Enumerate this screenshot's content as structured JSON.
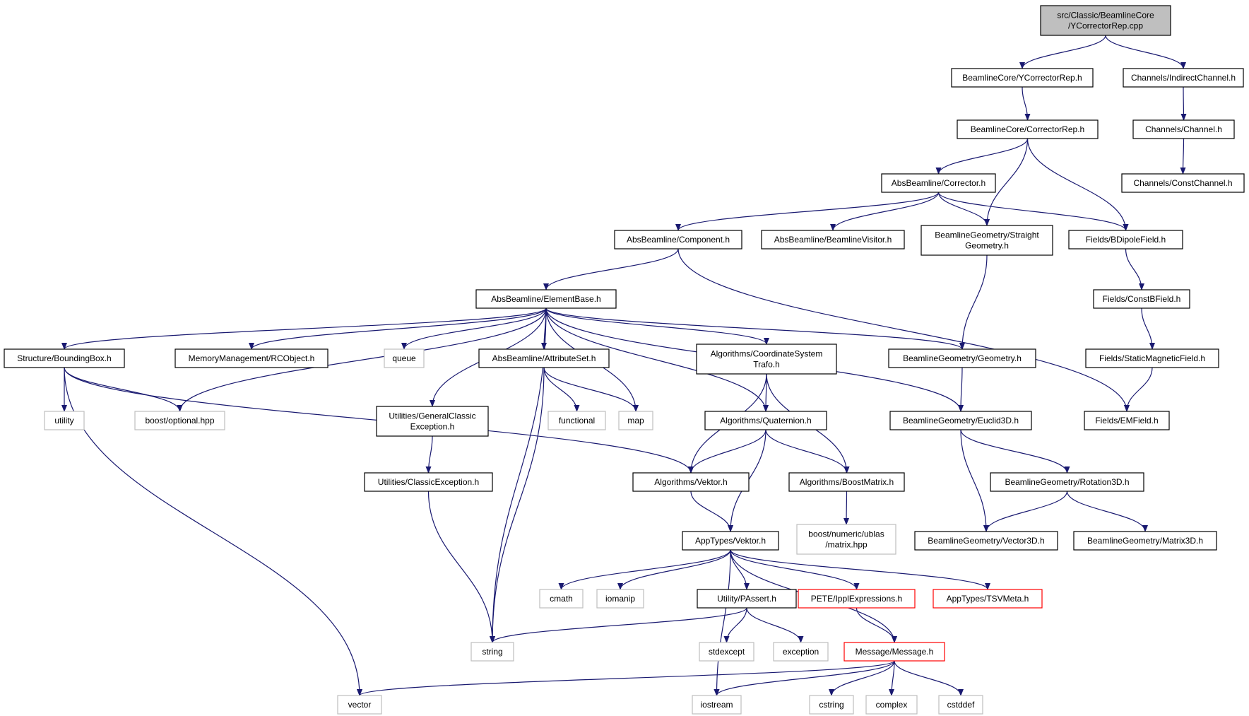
{
  "graph": {
    "nodes": [
      {
        "id": "root",
        "lines": [
          "src/Classic/BeamlineCore",
          "/YCorrectorRep.cpp"
        ],
        "style": "root"
      },
      {
        "id": "bc_ycr",
        "lines": [
          "BeamlineCore/YCorrectorRep.h"
        ],
        "style": "black"
      },
      {
        "id": "ch_ind",
        "lines": [
          "Channels/IndirectChannel.h"
        ],
        "style": "black"
      },
      {
        "id": "bc_cr",
        "lines": [
          "BeamlineCore/CorrectorRep.h"
        ],
        "style": "black"
      },
      {
        "id": "ch_ch",
        "lines": [
          "Channels/Channel.h"
        ],
        "style": "black"
      },
      {
        "id": "ab_corr",
        "lines": [
          "AbsBeamline/Corrector.h"
        ],
        "style": "black"
      },
      {
        "id": "ch_const",
        "lines": [
          "Channels/ConstChannel.h"
        ],
        "style": "black"
      },
      {
        "id": "ab_comp",
        "lines": [
          "AbsBeamline/Component.h"
        ],
        "style": "black"
      },
      {
        "id": "ab_visit",
        "lines": [
          "AbsBeamline/BeamlineVisitor.h"
        ],
        "style": "black"
      },
      {
        "id": "bg_sg",
        "lines": [
          "BeamlineGeometry/Straight",
          "Geometry.h"
        ],
        "style": "black"
      },
      {
        "id": "f_bdip",
        "lines": [
          "Fields/BDipoleField.h"
        ],
        "style": "black"
      },
      {
        "id": "ab_eb",
        "lines": [
          "AbsBeamline/ElementBase.h"
        ],
        "style": "black"
      },
      {
        "id": "f_cbf",
        "lines": [
          "Fields/ConstBField.h"
        ],
        "style": "black"
      },
      {
        "id": "s_bb",
        "lines": [
          "Structure/BoundingBox.h"
        ],
        "style": "black"
      },
      {
        "id": "mm_rco",
        "lines": [
          "MemoryManagement/RCObject.h"
        ],
        "style": "black"
      },
      {
        "id": "queue",
        "lines": [
          "queue"
        ],
        "style": "gray"
      },
      {
        "id": "ab_as",
        "lines": [
          "AbsBeamline/AttributeSet.h"
        ],
        "style": "black"
      },
      {
        "id": "alg_cst",
        "lines": [
          "Algorithms/CoordinateSystem",
          "Trafo.h"
        ],
        "style": "black"
      },
      {
        "id": "bg_geo",
        "lines": [
          "BeamlineGeometry/Geometry.h"
        ],
        "style": "black"
      },
      {
        "id": "f_smf",
        "lines": [
          "Fields/StaticMagneticField.h"
        ],
        "style": "black"
      },
      {
        "id": "utility",
        "lines": [
          "utility"
        ],
        "style": "gray"
      },
      {
        "id": "boost_opt",
        "lines": [
          "boost/optional.hpp"
        ],
        "style": "gray"
      },
      {
        "id": "u_gce",
        "lines": [
          "Utilities/GeneralClassic",
          "Exception.h"
        ],
        "style": "black"
      },
      {
        "id": "functional",
        "lines": [
          "functional"
        ],
        "style": "gray"
      },
      {
        "id": "map",
        "lines": [
          "map"
        ],
        "style": "gray"
      },
      {
        "id": "alg_q",
        "lines": [
          "Algorithms/Quaternion.h"
        ],
        "style": "black"
      },
      {
        "id": "bg_e3d",
        "lines": [
          "BeamlineGeometry/Euclid3D.h"
        ],
        "style": "black"
      },
      {
        "id": "f_em",
        "lines": [
          "Fields/EMField.h"
        ],
        "style": "black"
      },
      {
        "id": "u_ce",
        "lines": [
          "Utilities/ClassicException.h"
        ],
        "style": "black"
      },
      {
        "id": "alg_v",
        "lines": [
          "Algorithms/Vektor.h"
        ],
        "style": "black"
      },
      {
        "id": "alg_bm",
        "lines": [
          "Algorithms/BoostMatrix.h"
        ],
        "style": "black"
      },
      {
        "id": "bg_r3d",
        "lines": [
          "BeamlineGeometry/Rotation3D.h"
        ],
        "style": "black"
      },
      {
        "id": "boost_ublas",
        "lines": [
          "boost/numeric/ublas",
          "/matrix.hpp"
        ],
        "style": "gray"
      },
      {
        "id": "at_v",
        "lines": [
          "AppTypes/Vektor.h"
        ],
        "style": "black"
      },
      {
        "id": "bg_v3d",
        "lines": [
          "BeamlineGeometry/Vector3D.h"
        ],
        "style": "black"
      },
      {
        "id": "bg_m3d",
        "lines": [
          "BeamlineGeometry/Matrix3D.h"
        ],
        "style": "black"
      },
      {
        "id": "cmath",
        "lines": [
          "cmath"
        ],
        "style": "gray"
      },
      {
        "id": "iomanip",
        "lines": [
          "iomanip"
        ],
        "style": "gray"
      },
      {
        "id": "u_pa",
        "lines": [
          "Utility/PAssert.h"
        ],
        "style": "black"
      },
      {
        "id": "pete",
        "lines": [
          "PETE/IpplExpressions.h"
        ],
        "style": "red"
      },
      {
        "id": "at_tsv",
        "lines": [
          "AppTypes/TSVMeta.h"
        ],
        "style": "red"
      },
      {
        "id": "string",
        "lines": [
          "string"
        ],
        "style": "gray"
      },
      {
        "id": "stdexcept",
        "lines": [
          "stdexcept"
        ],
        "style": "gray"
      },
      {
        "id": "exception",
        "lines": [
          "exception"
        ],
        "style": "gray"
      },
      {
        "id": "msg",
        "lines": [
          "Message/Message.h"
        ],
        "style": "red"
      },
      {
        "id": "vector",
        "lines": [
          "vector"
        ],
        "style": "gray"
      },
      {
        "id": "iostream",
        "lines": [
          "iostream"
        ],
        "style": "gray"
      },
      {
        "id": "cstring",
        "lines": [
          "cstring"
        ],
        "style": "gray"
      },
      {
        "id": "complex",
        "lines": [
          "complex"
        ],
        "style": "gray"
      },
      {
        "id": "cstddef",
        "lines": [
          "cstddef"
        ],
        "style": "gray"
      }
    ],
    "edges": [
      [
        "root",
        "bc_ycr"
      ],
      [
        "root",
        "ch_ind"
      ],
      [
        "bc_ycr",
        "bc_cr"
      ],
      [
        "ch_ind",
        "ch_ch"
      ],
      [
        "ch_ch",
        "ch_const"
      ],
      [
        "bc_cr",
        "ab_corr"
      ],
      [
        "bc_cr",
        "bg_sg"
      ],
      [
        "bc_cr",
        "f_bdip"
      ],
      [
        "ab_corr",
        "ab_comp"
      ],
      [
        "ab_corr",
        "ab_visit"
      ],
      [
        "ab_corr",
        "bg_sg"
      ],
      [
        "ab_corr",
        "f_bdip"
      ],
      [
        "ab_comp",
        "ab_eb"
      ],
      [
        "ab_comp",
        "f_em"
      ],
      [
        "bg_sg",
        "bg_geo"
      ],
      [
        "f_bdip",
        "f_cbf"
      ],
      [
        "f_cbf",
        "f_smf"
      ],
      [
        "f_smf",
        "f_em"
      ],
      [
        "ab_eb",
        "s_bb"
      ],
      [
        "ab_eb",
        "boost_opt"
      ],
      [
        "ab_eb",
        "mm_rco"
      ],
      [
        "ab_eb",
        "string"
      ],
      [
        "ab_eb",
        "queue"
      ],
      [
        "ab_eb",
        "u_gce"
      ],
      [
        "ab_eb",
        "ab_as"
      ],
      [
        "ab_eb",
        "map"
      ],
      [
        "ab_eb",
        "alg_q"
      ],
      [
        "ab_eb",
        "alg_cst"
      ],
      [
        "ab_eb",
        "bg_geo"
      ],
      [
        "ab_eb",
        "bg_e3d"
      ],
      [
        "s_bb",
        "utility"
      ],
      [
        "s_bb",
        "boost_opt"
      ],
      [
        "s_bb",
        "alg_v"
      ],
      [
        "s_bb",
        "vector"
      ],
      [
        "ab_as",
        "functional"
      ],
      [
        "ab_as",
        "map"
      ],
      [
        "ab_as",
        "string"
      ],
      [
        "alg_cst",
        "alg_v"
      ],
      [
        "alg_cst",
        "alg_q"
      ],
      [
        "alg_cst",
        "alg_bm"
      ],
      [
        "bg_geo",
        "bg_e3d"
      ],
      [
        "u_gce",
        "u_ce"
      ],
      [
        "u_ce",
        "string"
      ],
      [
        "alg_q",
        "alg_v"
      ],
      [
        "alg_q",
        "alg_bm"
      ],
      [
        "alg_q",
        "at_v"
      ],
      [
        "bg_e3d",
        "bg_r3d"
      ],
      [
        "bg_e3d",
        "bg_v3d"
      ],
      [
        "alg_v",
        "at_v"
      ],
      [
        "alg_bm",
        "boost_ublas"
      ],
      [
        "bg_r3d",
        "bg_v3d"
      ],
      [
        "bg_r3d",
        "bg_m3d"
      ],
      [
        "at_v",
        "cmath"
      ],
      [
        "at_v",
        "iomanip"
      ],
      [
        "at_v",
        "u_pa"
      ],
      [
        "at_v",
        "pete"
      ],
      [
        "at_v",
        "at_tsv"
      ],
      [
        "at_v",
        "msg"
      ],
      [
        "at_v",
        "iostream"
      ],
      [
        "u_pa",
        "string"
      ],
      [
        "u_pa",
        "stdexcept"
      ],
      [
        "u_pa",
        "exception"
      ],
      [
        "pete",
        "msg"
      ],
      [
        "msg",
        "vector"
      ],
      [
        "msg",
        "iostream"
      ],
      [
        "msg",
        "cstring"
      ],
      [
        "msg",
        "complex"
      ],
      [
        "msg",
        "cstddef"
      ]
    ]
  }
}
